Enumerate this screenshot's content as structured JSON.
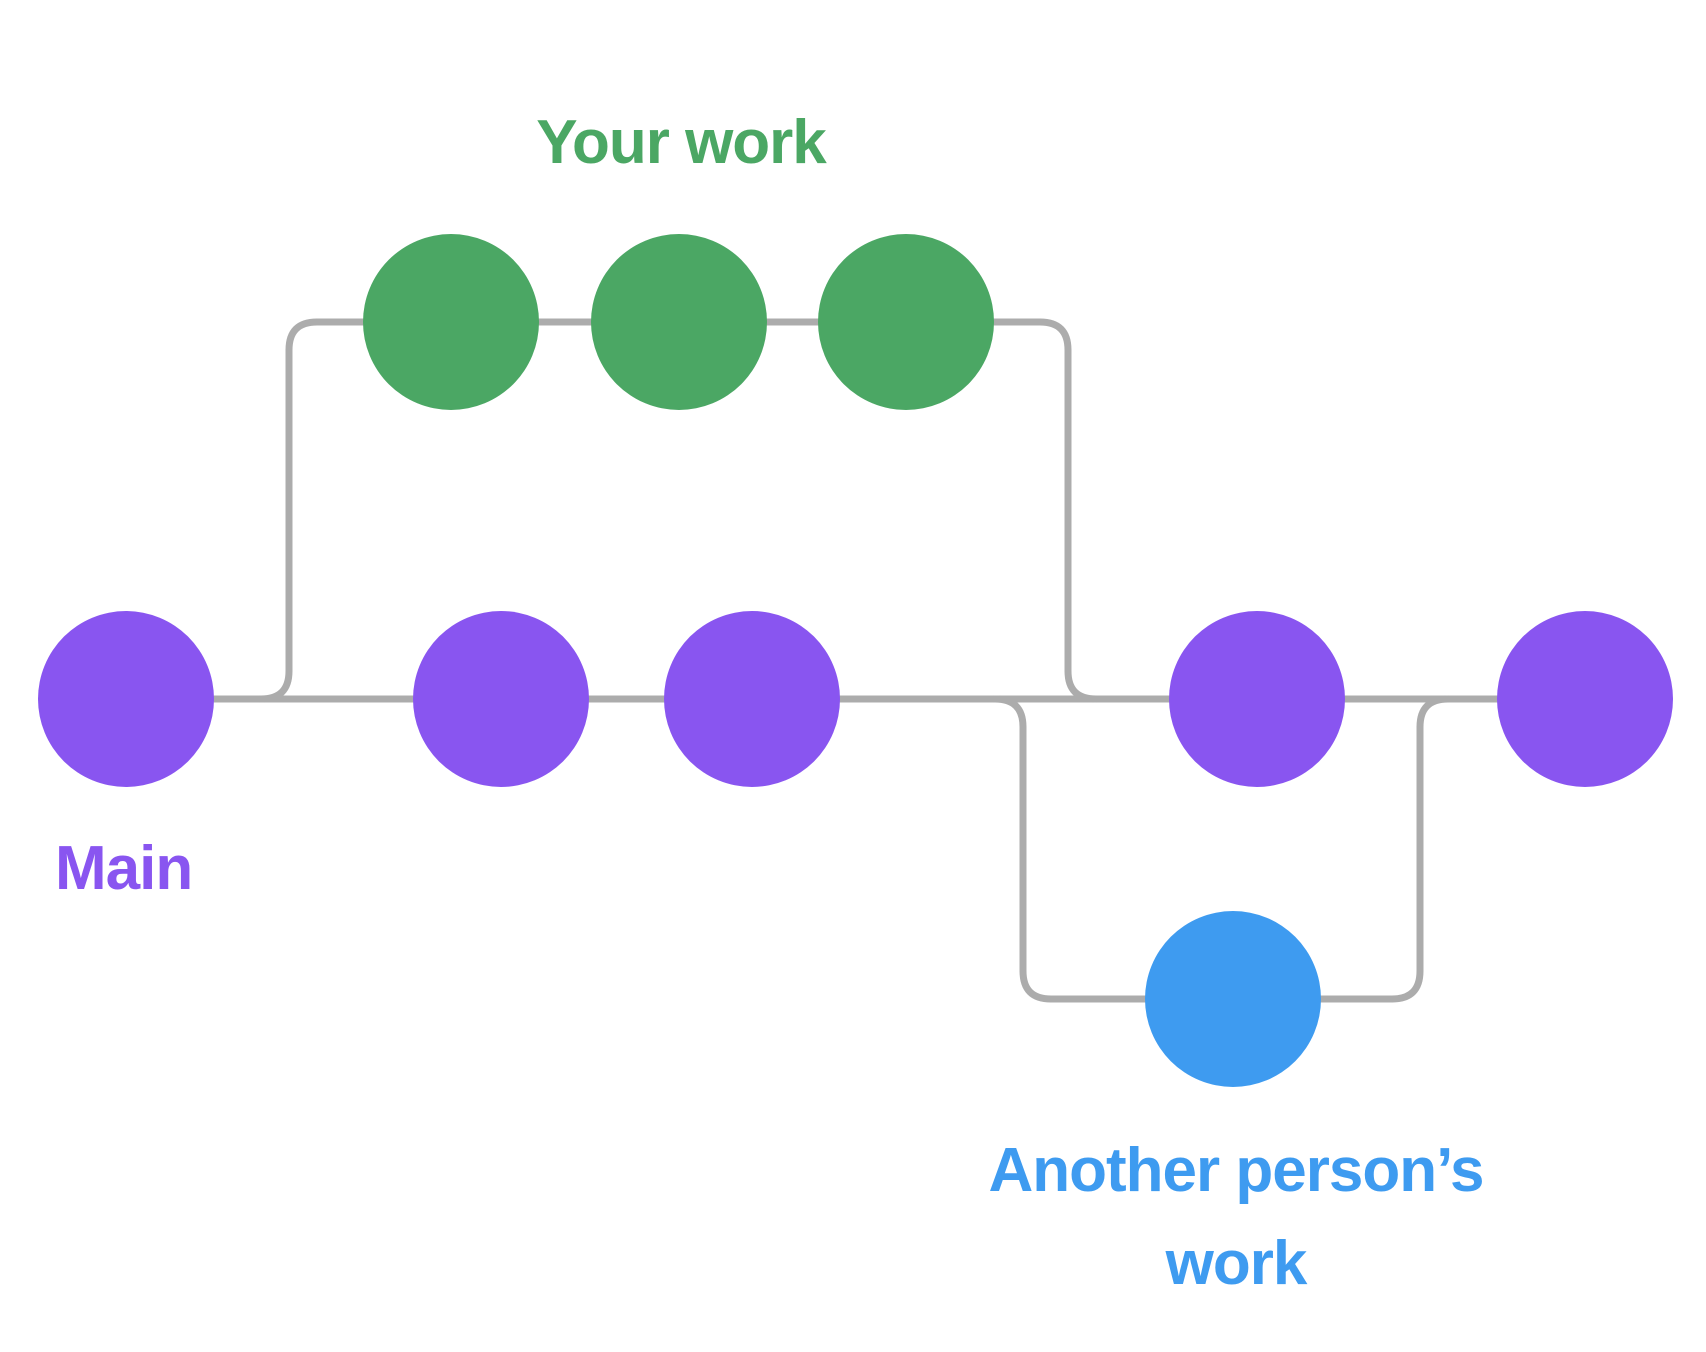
{
  "diagram": {
    "kind": "git-branch-flow",
    "background_color": "#ffffff",
    "connector_color": "#acacac",
    "branches": {
      "main": {
        "label": "Main",
        "color": "#8955f0",
        "commit_count": 5
      },
      "your_work": {
        "label": "Your work",
        "color": "#4ba764",
        "commit_count": 3
      },
      "another_person": {
        "label": "Another person’s work",
        "label_line1": "Another person’s",
        "label_line2": "work",
        "color": "#3e9bf0",
        "commit_count": 1
      }
    }
  }
}
